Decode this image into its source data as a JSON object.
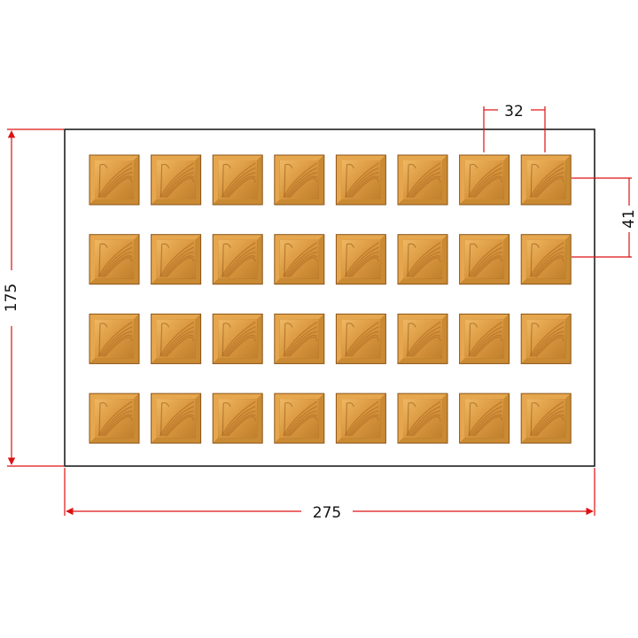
{
  "drawing": {
    "grid": {
      "rows": 4,
      "cols": 8
    },
    "dimensions": {
      "width": "275",
      "height": "175",
      "pitch_x": "32",
      "pitch_y": "41"
    },
    "colors": {
      "outline": "#111111",
      "dimension_line": "#dd1111",
      "cavity_light": "#e6a64e",
      "cavity_base": "#c98a33",
      "cavity_dark": "#8a5418",
      "pattern": "#b8772a"
    }
  }
}
